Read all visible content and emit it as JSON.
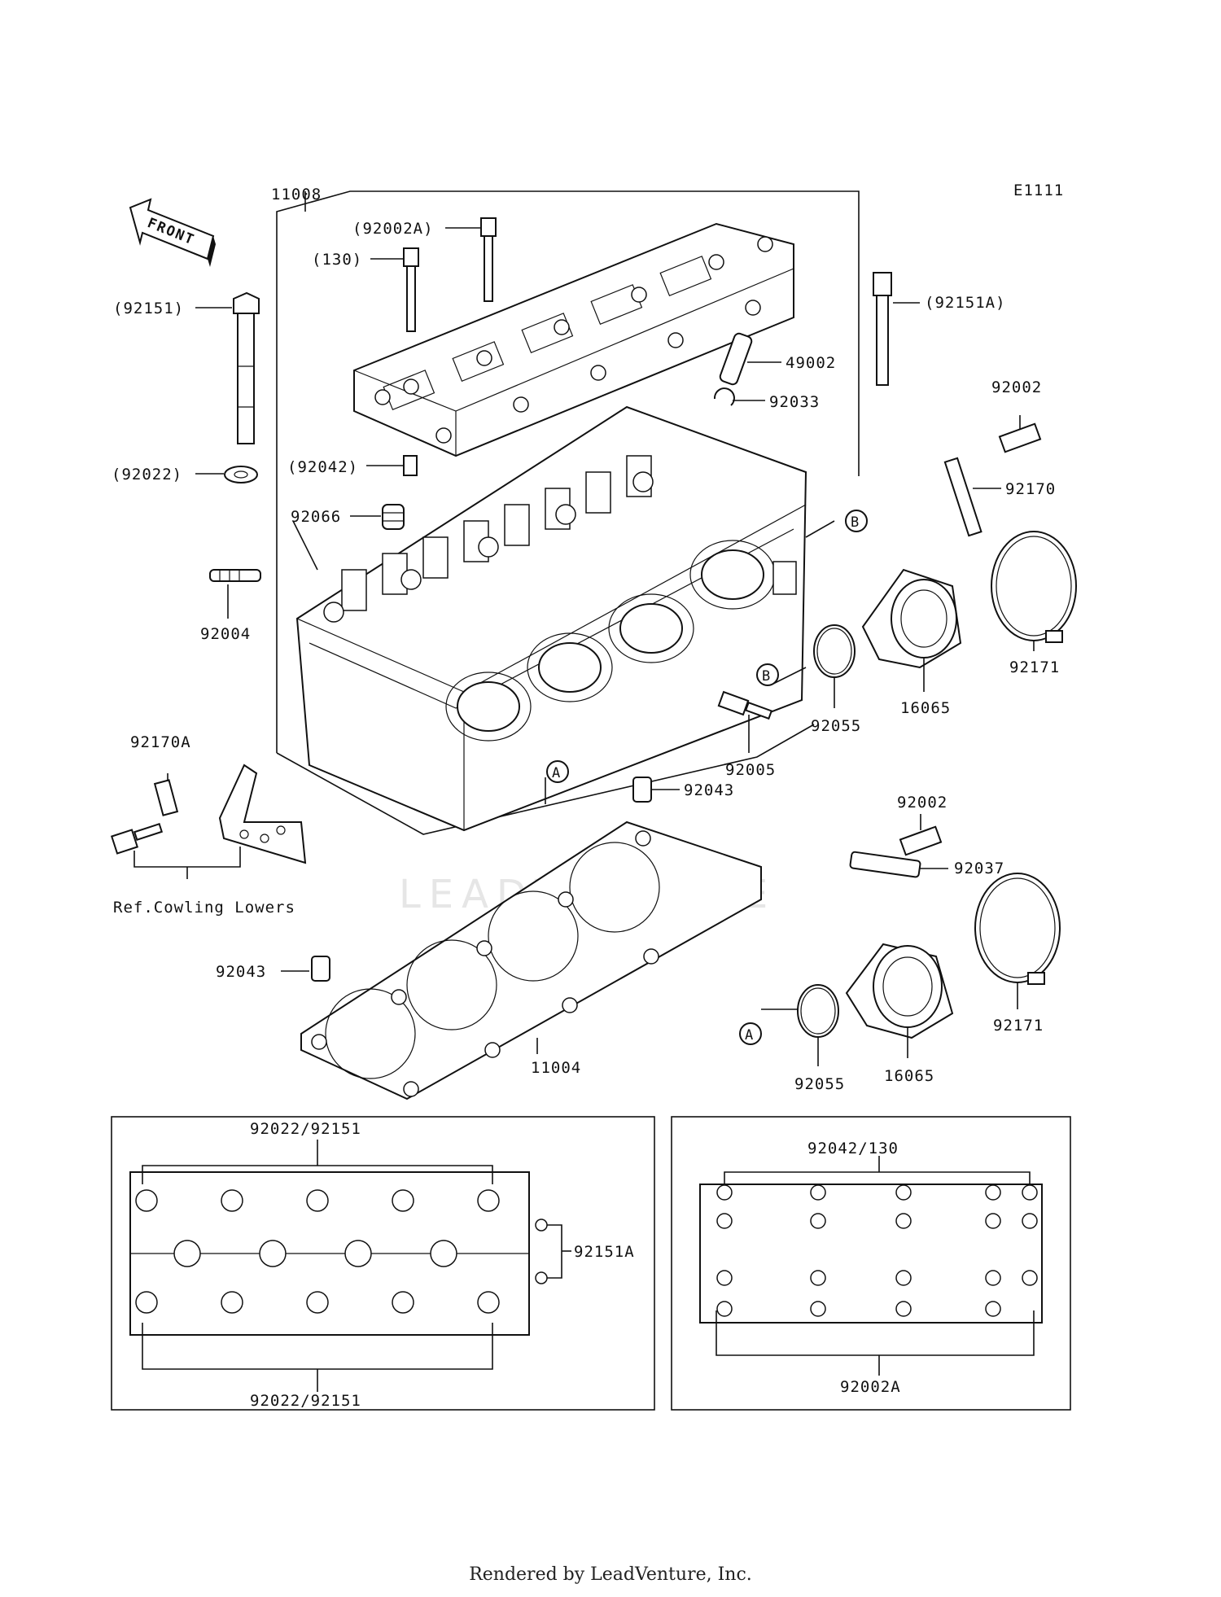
{
  "code": "E1111",
  "front_label": "FRONT",
  "watermark": "LEADVENTURE",
  "footer": "Rendered by LeadVenture, Inc.",
  "labels": {
    "l11008": "11008",
    "l92002A_p": "(92002A)",
    "l130_p": "(130)",
    "l92151_p": "(92151)",
    "l92151A_p": "(92151A)",
    "l49002": "49002",
    "l92033": "92033",
    "l92002_a": "92002",
    "l92170": "92170",
    "l92022_p": "(92022)",
    "l92042_p": "(92042)",
    "l92066": "92066",
    "l92004": "92004",
    "l92171_a": "92171",
    "l92055_a": "92055",
    "l16065_a": "16065",
    "l92005": "92005",
    "l92170A": "92170A",
    "l92043_a": "92043",
    "ref_cowling": "Ref.Cowling Lowers",
    "l92002_b": "92002",
    "l92037": "92037",
    "l92043_b": "92043",
    "l11004": "11004",
    "l92171_b": "92171",
    "l92055_b": "92055",
    "l16065_b": "16065",
    "callout_a": "A",
    "callout_b": "B",
    "inset1_top": "92022/92151",
    "inset1_bottom": "92022/92151",
    "inset1_right": "92151A",
    "inset2_top": "92042/130",
    "inset2_bottom": "92002A"
  }
}
